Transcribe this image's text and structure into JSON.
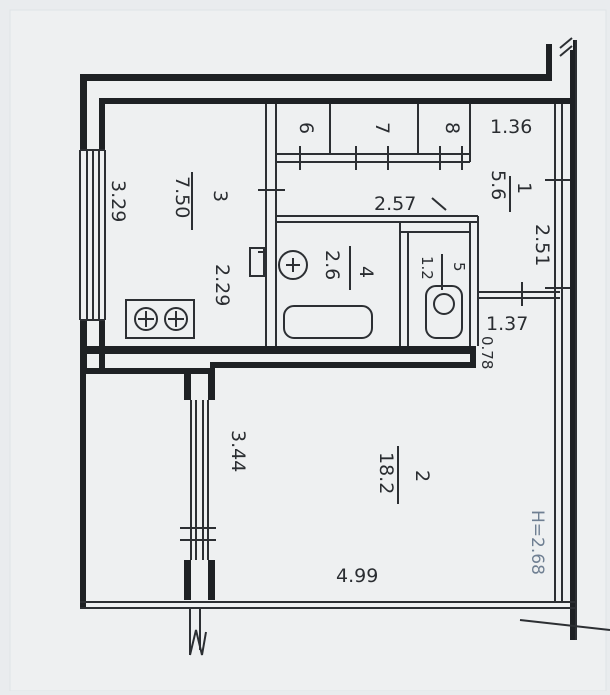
{
  "plan": {
    "ceiling_height": "H=2.68",
    "rooms": [
      {
        "number": "1",
        "area": "5.6"
      },
      {
        "number": "2",
        "area": "18.2"
      },
      {
        "number": "3",
        "area": "7.50"
      },
      {
        "number": "4",
        "area": "2.6"
      },
      {
        "number": "5",
        "area": "1.2"
      }
    ],
    "closets": [
      "6",
      "7",
      "8"
    ],
    "dimensions": {
      "corridor_width": "1.36",
      "bath_length": "2.57",
      "corridor_length": "2.51",
      "hall_depth": "1.37",
      "wc_width": "0.78",
      "kitchen_length": "3.29",
      "kitchen_width": "2.29",
      "room_width": "3.44",
      "room_length": "4.99"
    }
  }
}
